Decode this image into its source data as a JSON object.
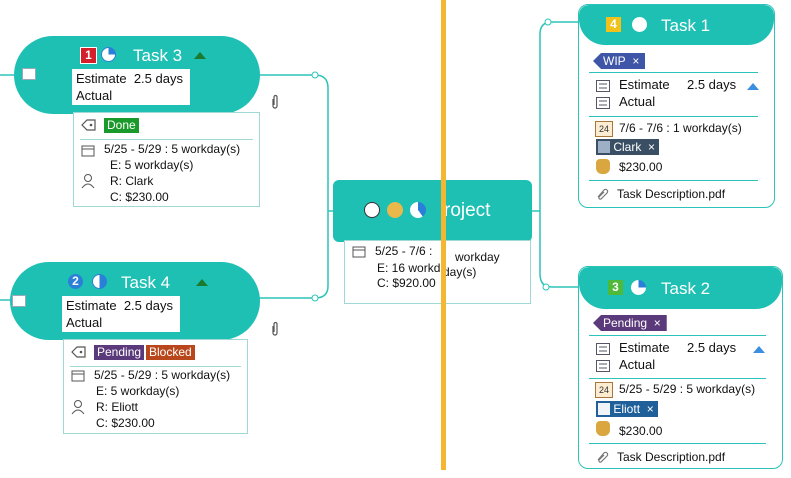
{
  "project": {
    "title_fragment": "roject",
    "dates": "5/25 - 7/6 :",
    "dates_fragment": "workday",
    "effort": "E: 16 workd",
    "effort_fragment": "day(s)",
    "cost": "C: $920.00"
  },
  "task3": {
    "badge": "1",
    "title": "Task 3",
    "estimate_label": "Estimate",
    "estimate_value": "2.5 days",
    "actual_label": "Actual",
    "tags": [
      "Done"
    ],
    "dates": "5/25 - 5/29 : 5 workday(s)",
    "effort": "E: 5 workday(s)",
    "resource": "R: Clark",
    "cost": "C: $230.00"
  },
  "task4": {
    "badge": "2",
    "title": "Task 4",
    "estimate_label": "Estimate",
    "estimate_value": "2.5 days",
    "actual_label": "Actual",
    "tags": [
      "Pending",
      "Blocked"
    ],
    "dates": "5/25 - 5/29 : 5 workday(s)",
    "effort": "E: 5 workday(s)",
    "resource": "R: Eliott",
    "cost": "C: $230.00"
  },
  "task1": {
    "badge": "4",
    "title": "Task 1",
    "status_tag": "WIP",
    "close": "×",
    "estimate_label": "Estimate",
    "estimate_value": "2.5 days",
    "actual_label": "Actual",
    "date_icon_day": "24",
    "dates": "7/6 - 7/6 : 1 workday(s)",
    "resource": "Clark",
    "cost": "$230.00",
    "attachment": "Task Description.pdf"
  },
  "task2": {
    "badge": "3",
    "title": "Task 2",
    "status_tag": "Pending",
    "close": "×",
    "estimate_label": "Estimate",
    "estimate_value": "2.5 days",
    "actual_label": "Actual",
    "date_icon_day": "24",
    "dates": "5/25 - 5/29 : 5 workday(s)",
    "resource": "Eliott",
    "cost": "$230.00",
    "attachment": "Task Description.pdf"
  },
  "colors": {
    "topic": "#1ec0b4",
    "divider": "#f5b731",
    "done": "#1a9a2a",
    "pending": "#5a3a7a",
    "blocked": "#b9471c",
    "wip": "#3f56a8",
    "badge_red": "#d4202a",
    "badge_blue": "#2a7fd8",
    "badge_yellow": "#f2c21a",
    "badge_green": "#4fb93a"
  }
}
